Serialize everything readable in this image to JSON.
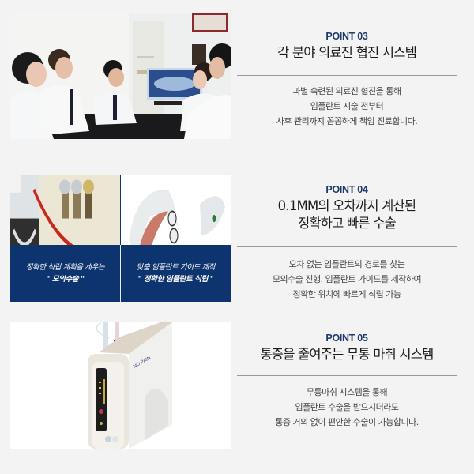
{
  "colors": {
    "background": "#f3f3f3",
    "point_label": "#1d3a6c",
    "caption_bg": "#0d346e",
    "divider": "#9a9a9a"
  },
  "sections": [
    {
      "point": "POINT 03",
      "title_lines": [
        "각 분야 의료진 협진 시스템"
      ],
      "desc_lines": [
        "과별 숙련된 의료진 협진을 통해",
        "임플란트 시술 전부터",
        "사후 관리까지 꼼꼼하게 책임 진료합니다."
      ],
      "image": "doctors-meeting-photo"
    },
    {
      "point": "POINT 04",
      "title_lines": [
        "0.1MM의 오차까지 계산된",
        "정확하고 빠른 수술"
      ],
      "desc_lines": [
        "오차 없는 임플란트의 경로를 찾는",
        "모의수술 진행. 임플란트 가이드를 제작하여",
        "정확한 위치에 빠르게 식립 가능"
      ],
      "image": "implant-simulation-photo",
      "captions": [
        {
          "line1": "정확한 식립 계획을 세우는",
          "line2": "\" 모의수술 \""
        },
        {
          "line1": "맞춤 임플란트 가이드 제작",
          "line2": "\" 정확한 임플란트 식립 \""
        }
      ]
    },
    {
      "point": "POINT 05",
      "title_lines": [
        "통증을 줄여주는 무통 마취 시스템"
      ],
      "desc_lines": [
        "무통마취 시스템을 통해",
        "임플란트 수술을 받으시더라도",
        "통증 거의 없이 편안한 수술이 가능합니다."
      ],
      "image": "painless-anesthesia-device-photo"
    }
  ]
}
